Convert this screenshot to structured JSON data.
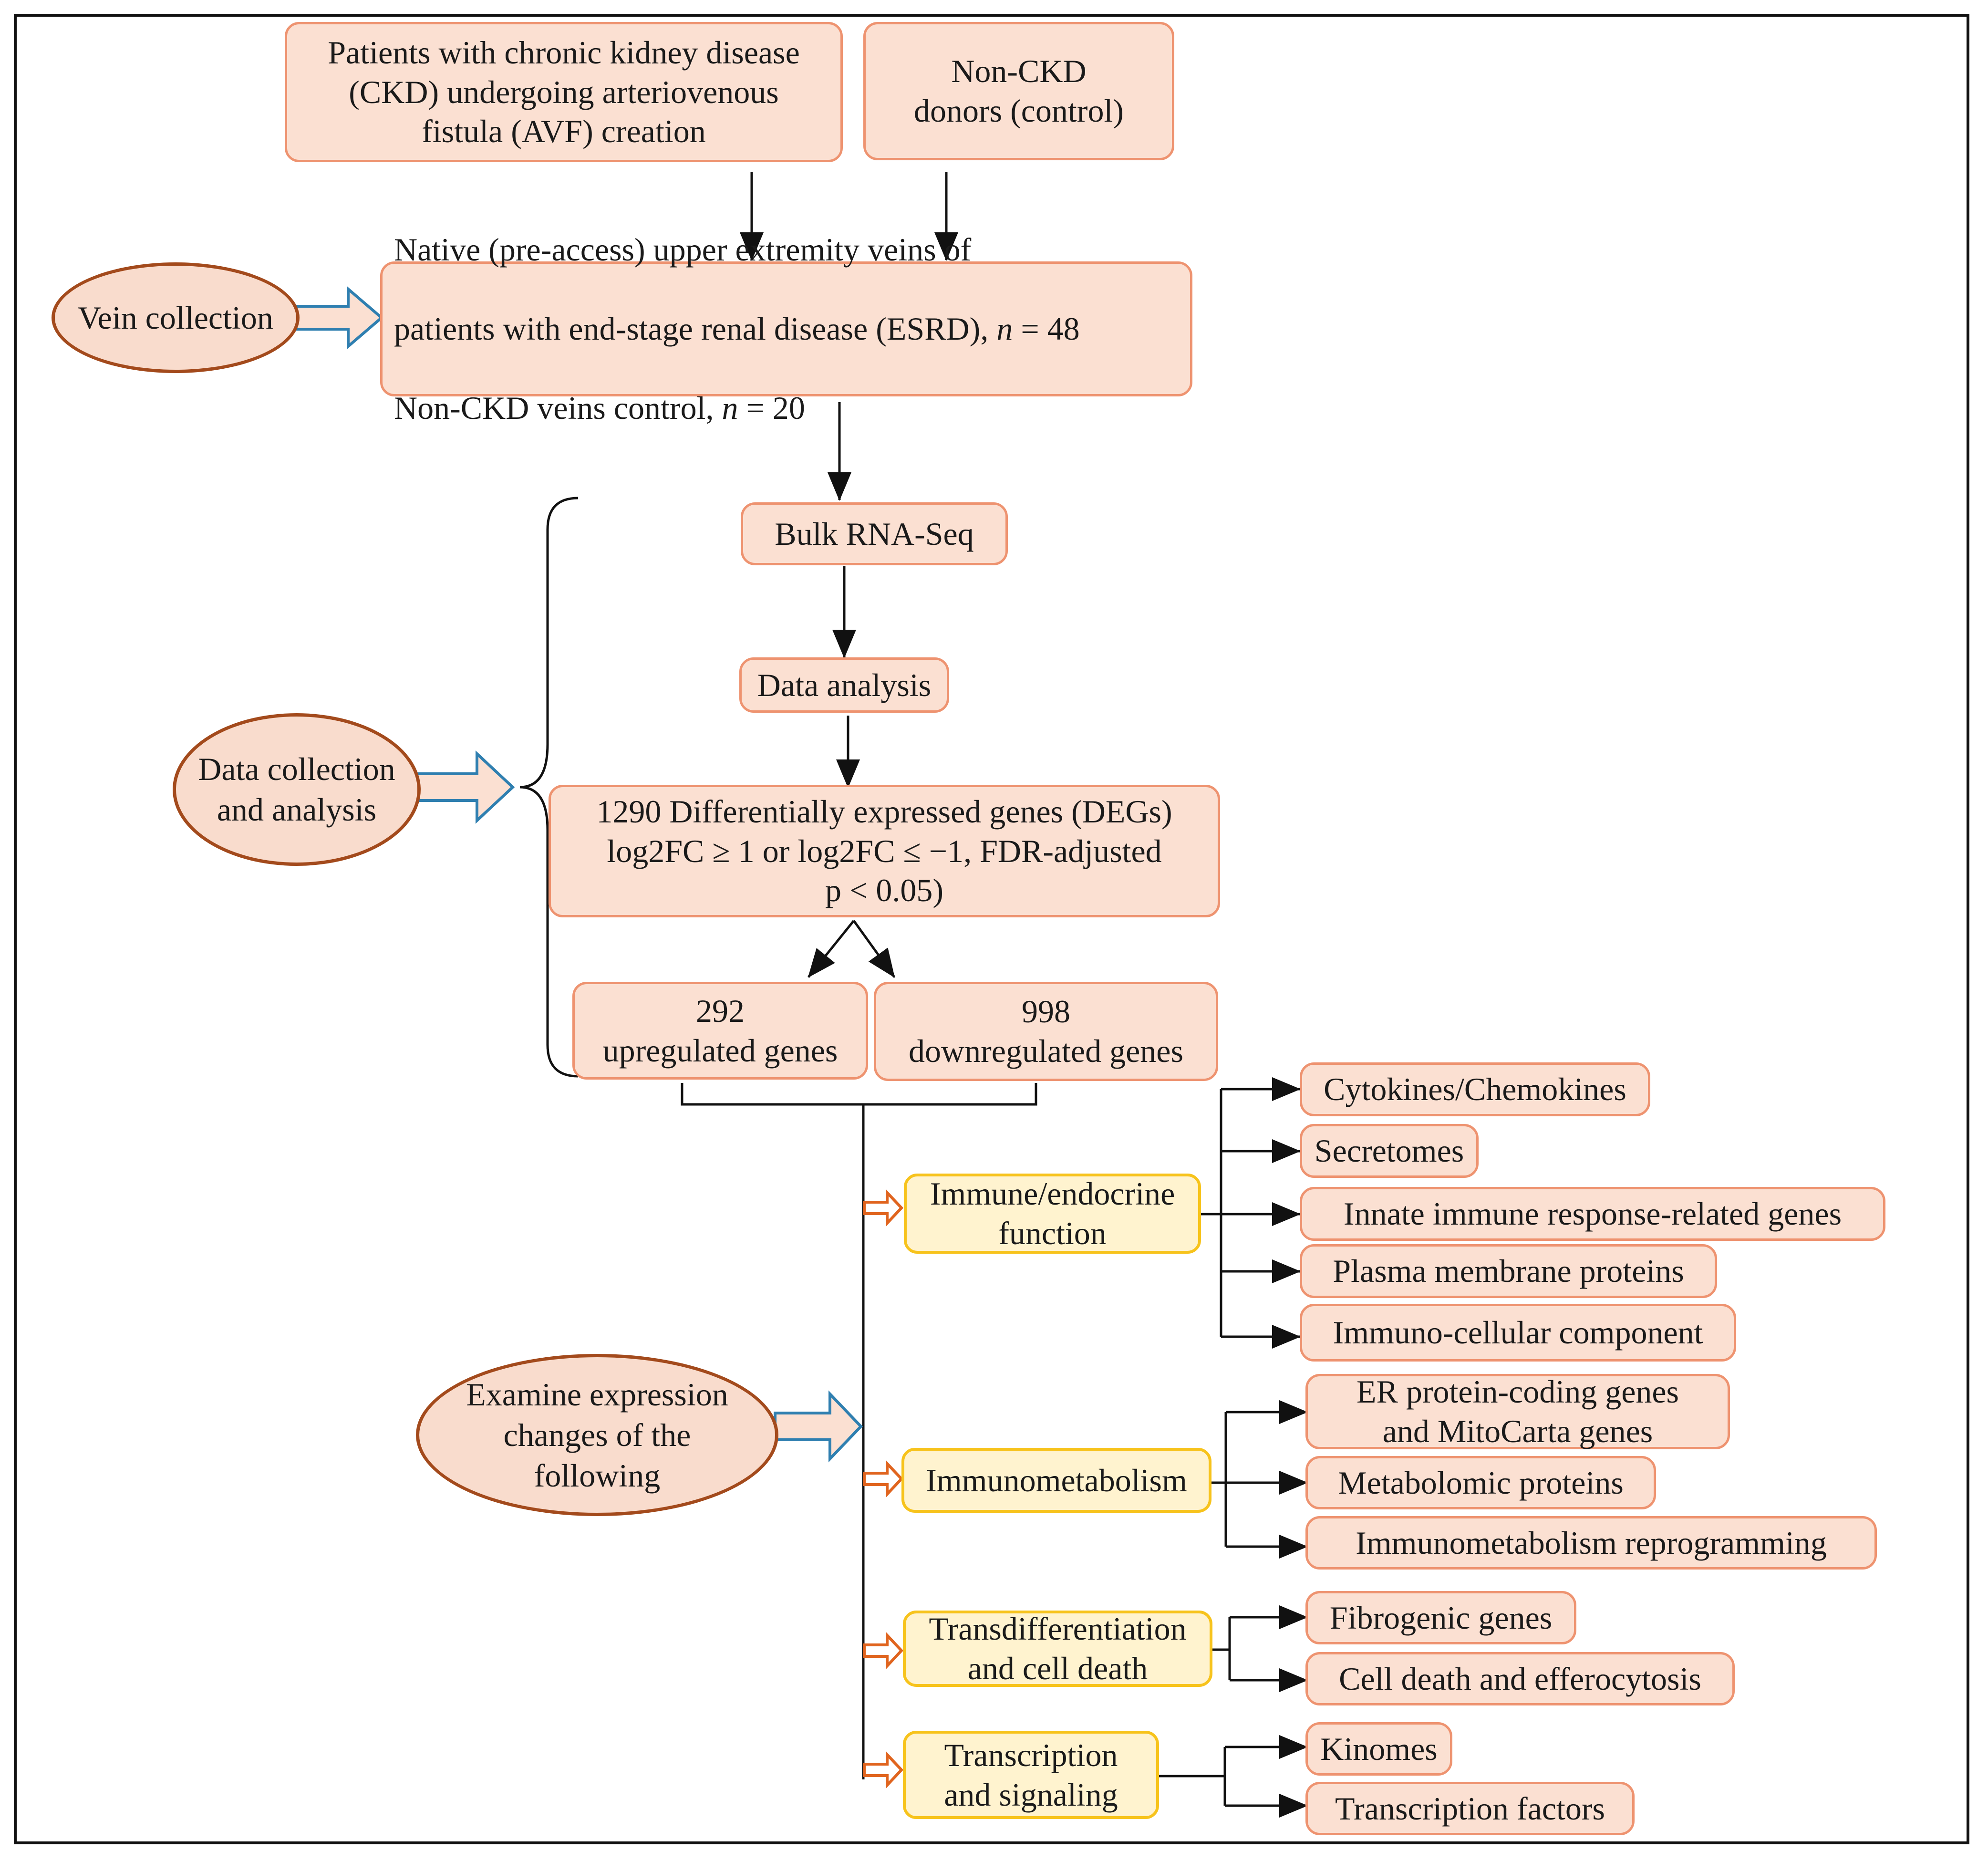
{
  "boxes": {
    "ckd_patients": "Patients with chronic kidney disease\n(CKD) undergoing arteriovenous\nfistula (AVF) creation",
    "non_ckd_donors": "Non-CKD\ndonors (control)",
    "veins": {
      "line1": "Native (pre-access) upper extremity veins of",
      "line2_pre": "patients with end-stage renal disease (ESRD), ",
      "n_symbol": "n",
      "line2_post": " = 48",
      "line3_pre": "Non-CKD veins control, ",
      "line3_post": " = 20"
    },
    "bulk_rnaseq": "Bulk RNA-Seq",
    "data_analysis": "Data analysis",
    "degs": "1290 Differentially expressed genes (DEGs)\nlog2FC ≥ 1 or log2FC ≤ −1, FDR-adjusted\np < 0.05)",
    "upregulated": "292\nupregulated genes",
    "downregulated": "998\ndownregulated genes"
  },
  "ovals": {
    "vein_collection": "Vein collection",
    "data_collection": "Data collection\nand analysis",
    "examine": "Examine expression\nchanges of the\nfollowing"
  },
  "categories": {
    "immune": "Immune/endocrine\nfunction",
    "immunometabolism": "Immunometabolism",
    "transdifferentiation": "Transdifferentiation\nand cell death",
    "transcription": "Transcription\nand signaling"
  },
  "items": {
    "cytokines": "Cytokines/Chemokines",
    "secretomes": "Secretomes",
    "innate": "Innate immune response-related genes",
    "plasma": "Plasma membrane proteins",
    "immuno_cellular": "Immuno-cellular component",
    "er_mitocarta": "ER protein-coding genes\nand MitoCarta genes",
    "metabolomic": "Metabolomic proteins",
    "reprogramming": "Immunometabolism reprogramming",
    "fibrogenic": "Fibrogenic genes",
    "cell_death": "Cell death and efferocytosis",
    "kinomes": "Kinomes",
    "tfs": "Transcription factors"
  },
  "colors": {
    "box_fill": "#fbe0d2",
    "box_border": "#ee9370",
    "category_fill": "#fff3cf",
    "category_border": "#f7c31c",
    "oval_fill": "#f9dccd",
    "oval_border": "#a34a1c",
    "block_arrow_fill": "#fbe0d2",
    "block_arrow_border": "#2f7fb0",
    "small_arrow_border": "#e0641e"
  }
}
